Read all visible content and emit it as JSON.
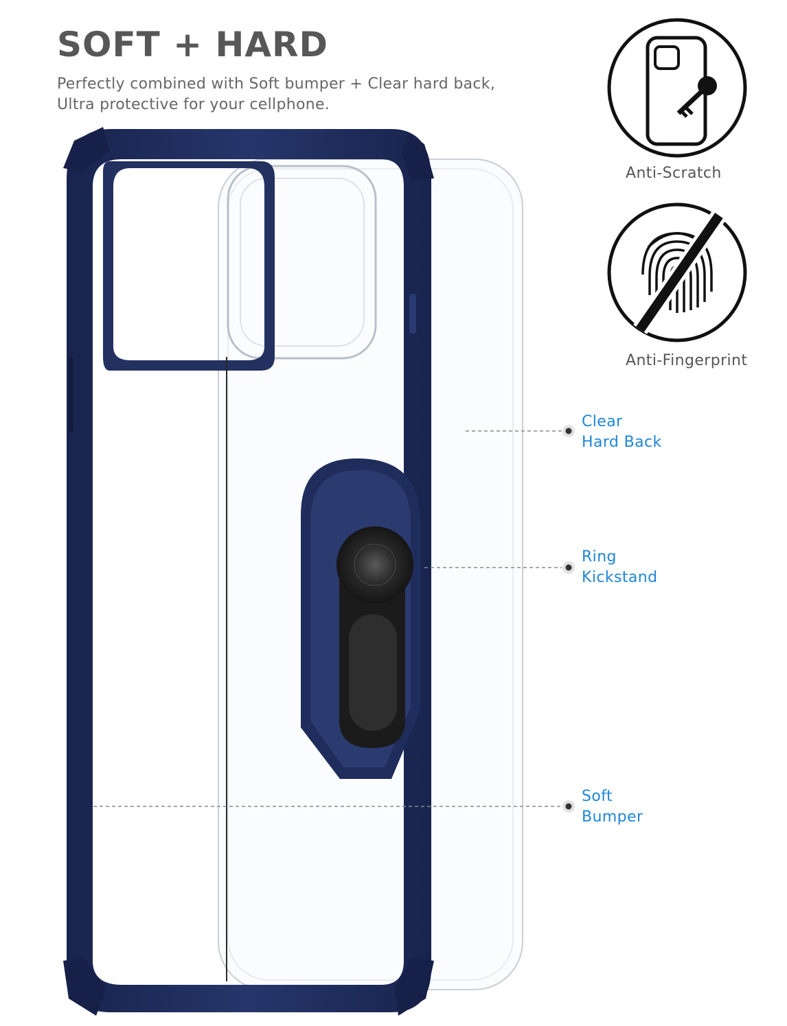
{
  "header": {
    "title": "SOFT + HARD",
    "line1": "Perfectly combined with Soft bumper + Clear hard back,",
    "line2": "Ultra protective for your cellphone."
  },
  "badges": [
    {
      "label": "Anti-Scratch",
      "icon": "phone-key-icon"
    },
    {
      "label": "Anti-Fingerprint",
      "icon": "fingerprint-crossed-icon"
    }
  ],
  "callouts": [
    {
      "line1": "Clear",
      "line2": "Hard Back"
    },
    {
      "line1": "Ring",
      "line2": "Kickstand"
    },
    {
      "line1": "Soft",
      "line2": "Bumper"
    }
  ],
  "colors": {
    "bumper": "#1f2d5c",
    "callout_text": "#1f86d6",
    "heading": "#575757"
  }
}
